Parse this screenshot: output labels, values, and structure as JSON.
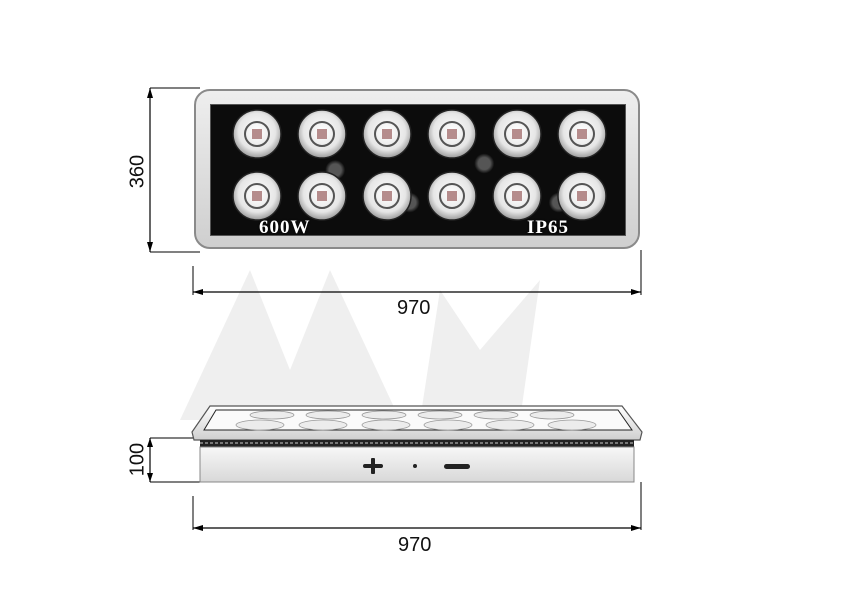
{
  "drawing": {
    "type": "technical-dimension-drawing",
    "subject": "LED flood light",
    "front_view": {
      "power_label": "600W",
      "ip_label": "IP65",
      "led_rows": 2,
      "led_columns": 6,
      "height_dimension": "360",
      "width_dimension": "970"
    },
    "side_view": {
      "height_dimension": "100",
      "width_dimension": "970"
    },
    "colors": {
      "housing": "#d9d9d9",
      "panel": "#111111",
      "led_lens": "#f2f2f2",
      "dimension_line": "#000000"
    }
  }
}
